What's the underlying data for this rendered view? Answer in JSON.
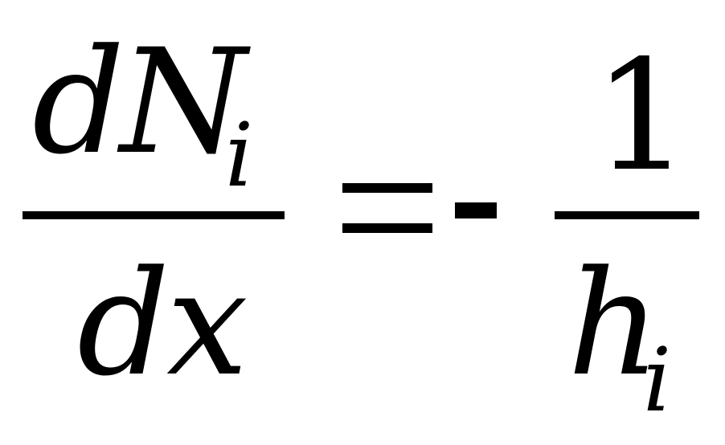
{
  "equation": {
    "left_fraction": {
      "numerator": "dN",
      "numerator_subscript": "i",
      "denominator": "dx"
    },
    "operator_equals": "=",
    "operator_minus": "-",
    "right_fraction": {
      "numerator": "1",
      "denominator": "h",
      "denominator_subscript": "i"
    }
  }
}
